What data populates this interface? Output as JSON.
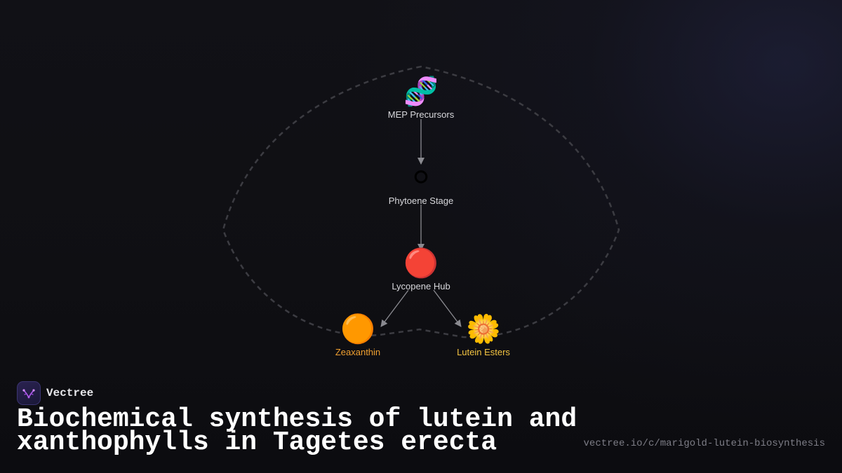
{
  "diagram": {
    "nodes": [
      {
        "id": "mep",
        "icon": "🧬",
        "icon_name": "dna-icon",
        "label": "MEP Precursors",
        "label_color": "#d8d8dc"
      },
      {
        "id": "phytoene",
        "icon": "⚪",
        "icon_name": "white-circle-icon",
        "label": "Phytoene Stage",
        "label_color": "#d8d8dc"
      },
      {
        "id": "lycopene",
        "icon": "🔴",
        "icon_name": "red-circle-icon",
        "label": "Lycopene Hub",
        "label_color": "#d8d8dc"
      },
      {
        "id": "zeaxanthin",
        "icon": "🟠",
        "icon_name": "orange-circle-icon",
        "label": "Zeaxanthin",
        "label_color": "#f0a030"
      },
      {
        "id": "lutein",
        "icon": "🌼",
        "icon_name": "blossom-icon",
        "label": "Lutein Esters",
        "label_color": "#f5c542"
      }
    ],
    "edges": [
      {
        "from": "mep",
        "to": "phytoene"
      },
      {
        "from": "phytoene",
        "to": "lycopene"
      },
      {
        "from": "lycopene",
        "to": "zeaxanthin"
      },
      {
        "from": "lycopene",
        "to": "lutein"
      }
    ],
    "edge_color": "#8a8a90",
    "outline_color": "#3c3c42"
  },
  "footer": {
    "brand": "Vectree",
    "title_line1": "Biochemical synthesis of lutein and",
    "title_line2": "xanthophylls in Tagetes erecta",
    "url": "vectree.io/c/marigold-lutein-biosynthesis"
  },
  "colors": {
    "background": "#0e0e12",
    "logo_accent": "#b45cf0",
    "title": "#ffffff",
    "url": "#7d7d86"
  }
}
